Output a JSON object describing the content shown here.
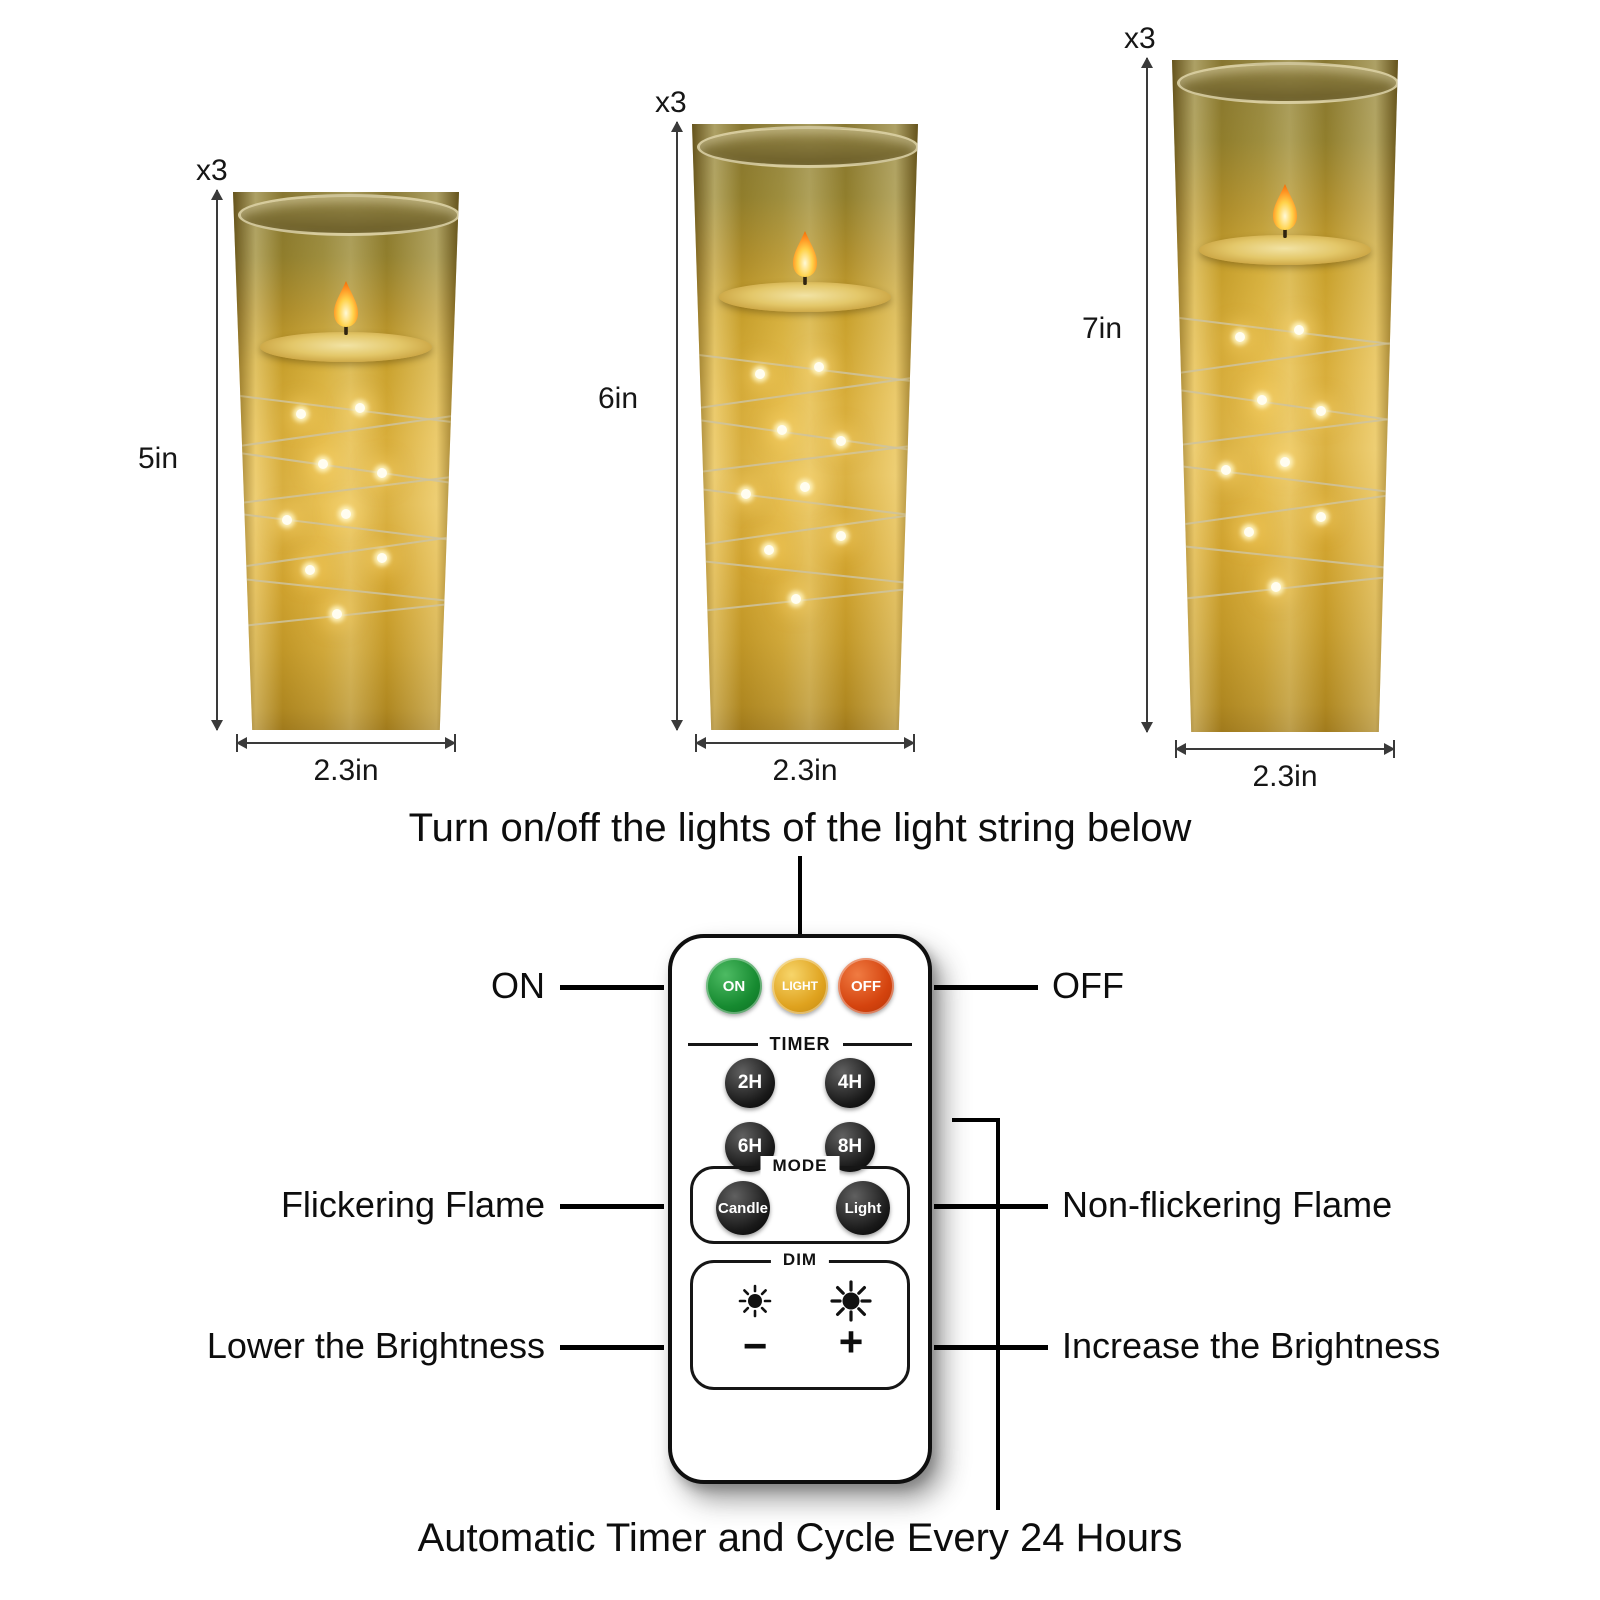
{
  "candles": [
    {
      "count": "x3",
      "height": "5in",
      "width": "2.3in"
    },
    {
      "count": "x3",
      "height": "6in",
      "width": "2.3in"
    },
    {
      "count": "x3",
      "height": "7in",
      "width": "2.3in"
    }
  ],
  "caption_top": "Turn on/off the lights of the light string below",
  "caption_bottom": "Automatic Timer and Cycle Every 24 Hours",
  "callouts": {
    "on": "ON",
    "off": "OFF",
    "flickering": "Flickering Flame",
    "non_flickering": "Non-flickering Flame",
    "lower_brightness": "Lower the Brightness",
    "increase_brightness": "Increase the Brightness"
  },
  "remote": {
    "power": [
      {
        "label": "ON",
        "color": "#1e9c3c"
      },
      {
        "label": "LIGHT",
        "color": "#dfa21e"
      },
      {
        "label": "OFF",
        "color": "#d4430e"
      }
    ],
    "timer": {
      "label": "TIMER",
      "buttons": [
        "2H",
        "4H",
        "6H",
        "8H"
      ]
    },
    "mode": {
      "label": "MODE",
      "buttons": [
        "Candle",
        "Light"
      ]
    },
    "dim": {
      "label": "DIM",
      "minus": "−",
      "plus": "+"
    }
  },
  "colors": {
    "candle_glass": "#d6a833",
    "flame": "#ff9020",
    "led_glow": "#ffe9a8",
    "button_dark": "#1a1a1a",
    "dimension_line": "#3a3a3a"
  }
}
